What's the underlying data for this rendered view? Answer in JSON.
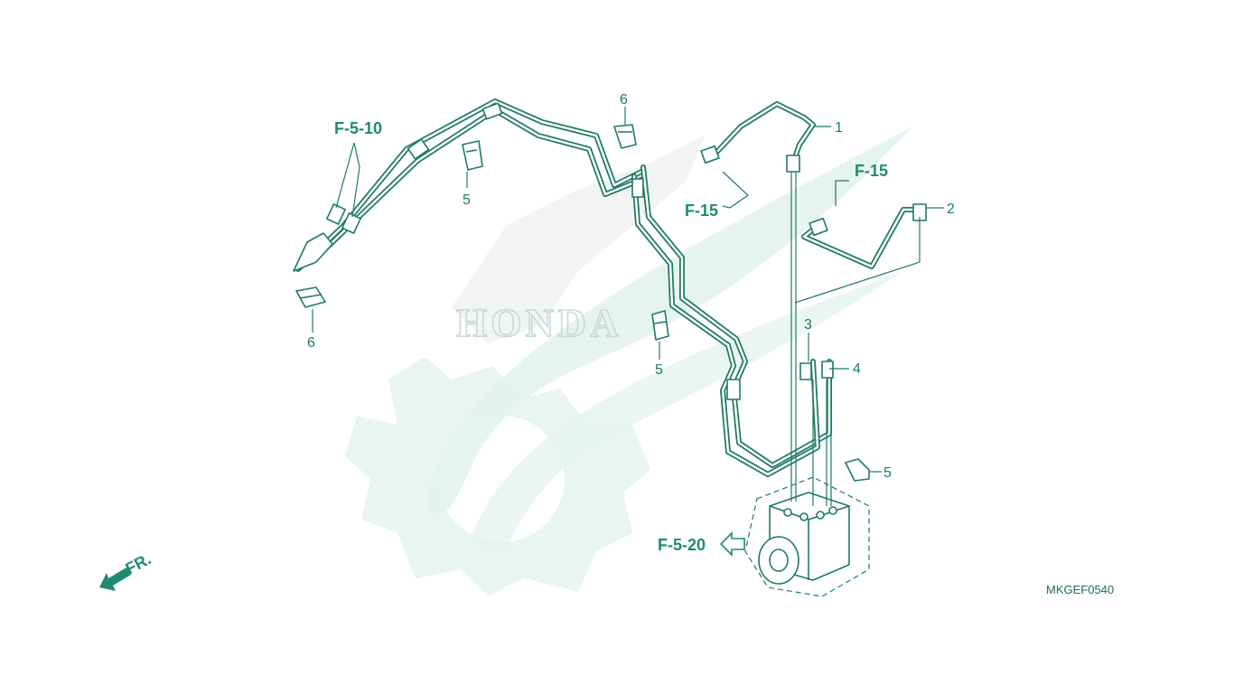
{
  "diagram": {
    "part_code": "MKGEF0540",
    "watermark_text": "HONDA",
    "front_indicator": "FR.",
    "callouts": {
      "c1": "1",
      "c2": "2",
      "c3": "3",
      "c4": "4",
      "c5a": "5",
      "c5b": "5",
      "c5c": "5",
      "c6a": "6",
      "c6b": "6"
    },
    "references": {
      "r_f510": "F-5-10",
      "r_f15a": "F-15",
      "r_f15b": "F-15",
      "r_f520": "F-5-20"
    }
  },
  "colors": {
    "line": "#1e7a63",
    "label": "#1e8a70",
    "watermark": "#e3f3ed",
    "background": "#ffffff"
  },
  "icons": {
    "front_arrow": "arrow-left-down-icon",
    "reference_arrow": "hollow-arrow-left-icon"
  }
}
